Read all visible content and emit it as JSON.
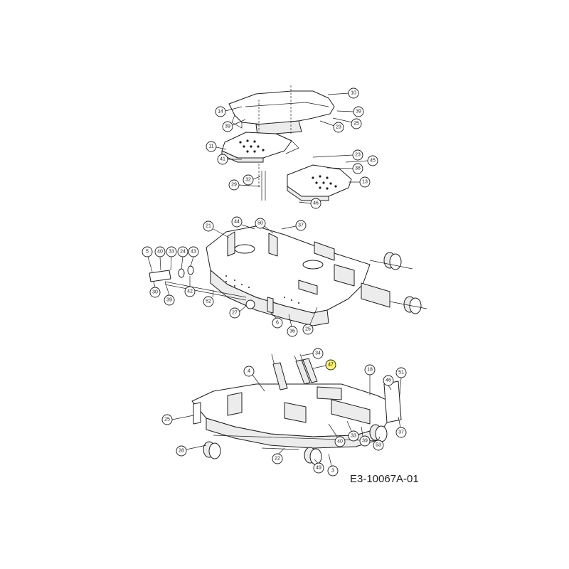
{
  "diagram": {
    "code": "E3-10067A-01",
    "highlight_color": "#fff36a",
    "line_color": "#1e1e1e",
    "callouts": [
      {
        "id": "c10",
        "label": "10"
      },
      {
        "id": "c14",
        "label": "14"
      },
      {
        "id": "c39a",
        "label": "39"
      },
      {
        "id": "c39b",
        "label": "39"
      },
      {
        "id": "c25a",
        "label": "25"
      },
      {
        "id": "c23a",
        "label": "23"
      },
      {
        "id": "c11",
        "label": "11"
      },
      {
        "id": "c41",
        "label": "41"
      },
      {
        "id": "c23b",
        "label": "23"
      },
      {
        "id": "c45",
        "label": "45"
      },
      {
        "id": "c38",
        "label": "38"
      },
      {
        "id": "c13",
        "label": "13"
      },
      {
        "id": "c29",
        "label": "29"
      },
      {
        "id": "c32",
        "label": "32"
      },
      {
        "id": "c46a",
        "label": "46"
      },
      {
        "id": "c21",
        "label": "21"
      },
      {
        "id": "c44",
        "label": "44"
      },
      {
        "id": "c50",
        "label": "50"
      },
      {
        "id": "c37a",
        "label": "37"
      },
      {
        "id": "c5",
        "label": "5"
      },
      {
        "id": "c40a",
        "label": "40"
      },
      {
        "id": "c33a",
        "label": "33"
      },
      {
        "id": "c24",
        "label": "24"
      },
      {
        "id": "c43",
        "label": "43"
      },
      {
        "id": "c30",
        "label": "30"
      },
      {
        "id": "c39c",
        "label": "39"
      },
      {
        "id": "c42",
        "label": "42"
      },
      {
        "id": "c52",
        "label": "52"
      },
      {
        "id": "c27",
        "label": "27"
      },
      {
        "id": "c6",
        "label": "6"
      },
      {
        "id": "c36",
        "label": "36"
      },
      {
        "id": "c25b",
        "label": "25"
      },
      {
        "id": "c34",
        "label": "34"
      },
      {
        "id": "c47",
        "label": "47",
        "highlight": true
      },
      {
        "id": "c4",
        "label": "4"
      },
      {
        "id": "c18",
        "label": "18"
      },
      {
        "id": "c46b",
        "label": "46"
      },
      {
        "id": "c51",
        "label": "51"
      },
      {
        "id": "c25c",
        "label": "25"
      },
      {
        "id": "c37b",
        "label": "37"
      },
      {
        "id": "c28",
        "label": "28"
      },
      {
        "id": "c22",
        "label": "22"
      },
      {
        "id": "c40b",
        "label": "40"
      },
      {
        "id": "c33b",
        "label": "33"
      },
      {
        "id": "c39d",
        "label": "39"
      },
      {
        "id": "c53",
        "label": "53"
      },
      {
        "id": "c49",
        "label": "49"
      },
      {
        "id": "c3",
        "label": "3"
      }
    ]
  }
}
